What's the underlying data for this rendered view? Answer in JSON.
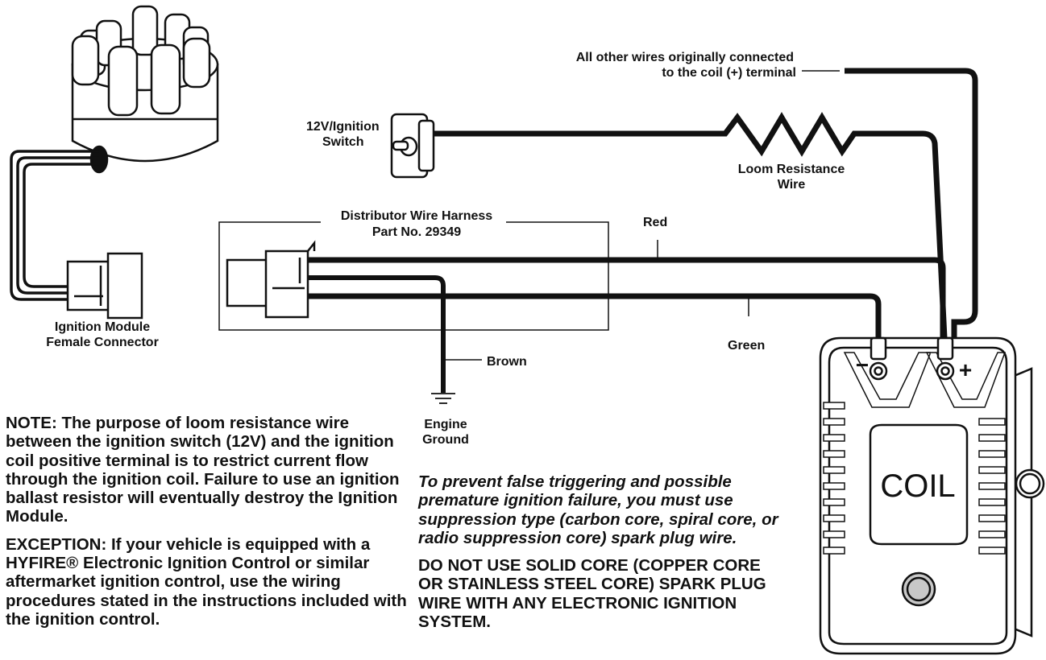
{
  "labels": {
    "other_wires_line1": "All other wires originally connected",
    "other_wires_line2": "to the coil (+) terminal",
    "switch_line1": "12V/Ignition",
    "switch_line2": "Switch",
    "loom_line1": "Loom Resistance",
    "loom_line2": "Wire",
    "harness_line1": "Distributor Wire Harness",
    "harness_line2": "Part No. 29349",
    "red": "Red",
    "green": "Green",
    "brown": "Brown",
    "ground_line1": "Engine",
    "ground_line2": "Ground",
    "module_line1": "Ignition Module",
    "module_line2": "Female Connector",
    "coil": "COIL",
    "minus": "−",
    "plus": "+"
  },
  "notes": {
    "left": "NOTE: The purpose of loom resistance wire between the ignition switch (12V) and the ignition coil positive terminal is to restrict current flow through the ignition coil. Failure to use an ignition ballast resistor will eventually destroy the Ignition Module.",
    "exception": "EXCEPTION: If your vehicle is equipped with a HYFIRE® Electronic Ignition Control or similar aftermarket ignition control, use the wiring procedures stated in the instructions included with the ignition control.",
    "warning": "To prevent false triggering and possible premature ignition failure, you must use suppression type (carbon core, spiral core, or radio suppression core) spark plug wire.",
    "caps": "DO NOT USE SOLID CORE (COPPER CORE OR STAINLESS STEEL CORE) SPARK PLUG WIRE WITH ANY ELECTRONIC IGNITION SYSTEM."
  },
  "colors": {
    "ink": "#111111",
    "background": "#ffffff",
    "terminal_fill": "#c8c8c8"
  }
}
